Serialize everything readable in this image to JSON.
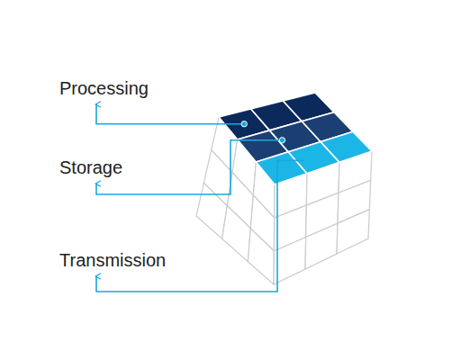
{
  "diagram": {
    "labels": [
      "Processing",
      "Storage",
      "Transmission"
    ]
  }
}
